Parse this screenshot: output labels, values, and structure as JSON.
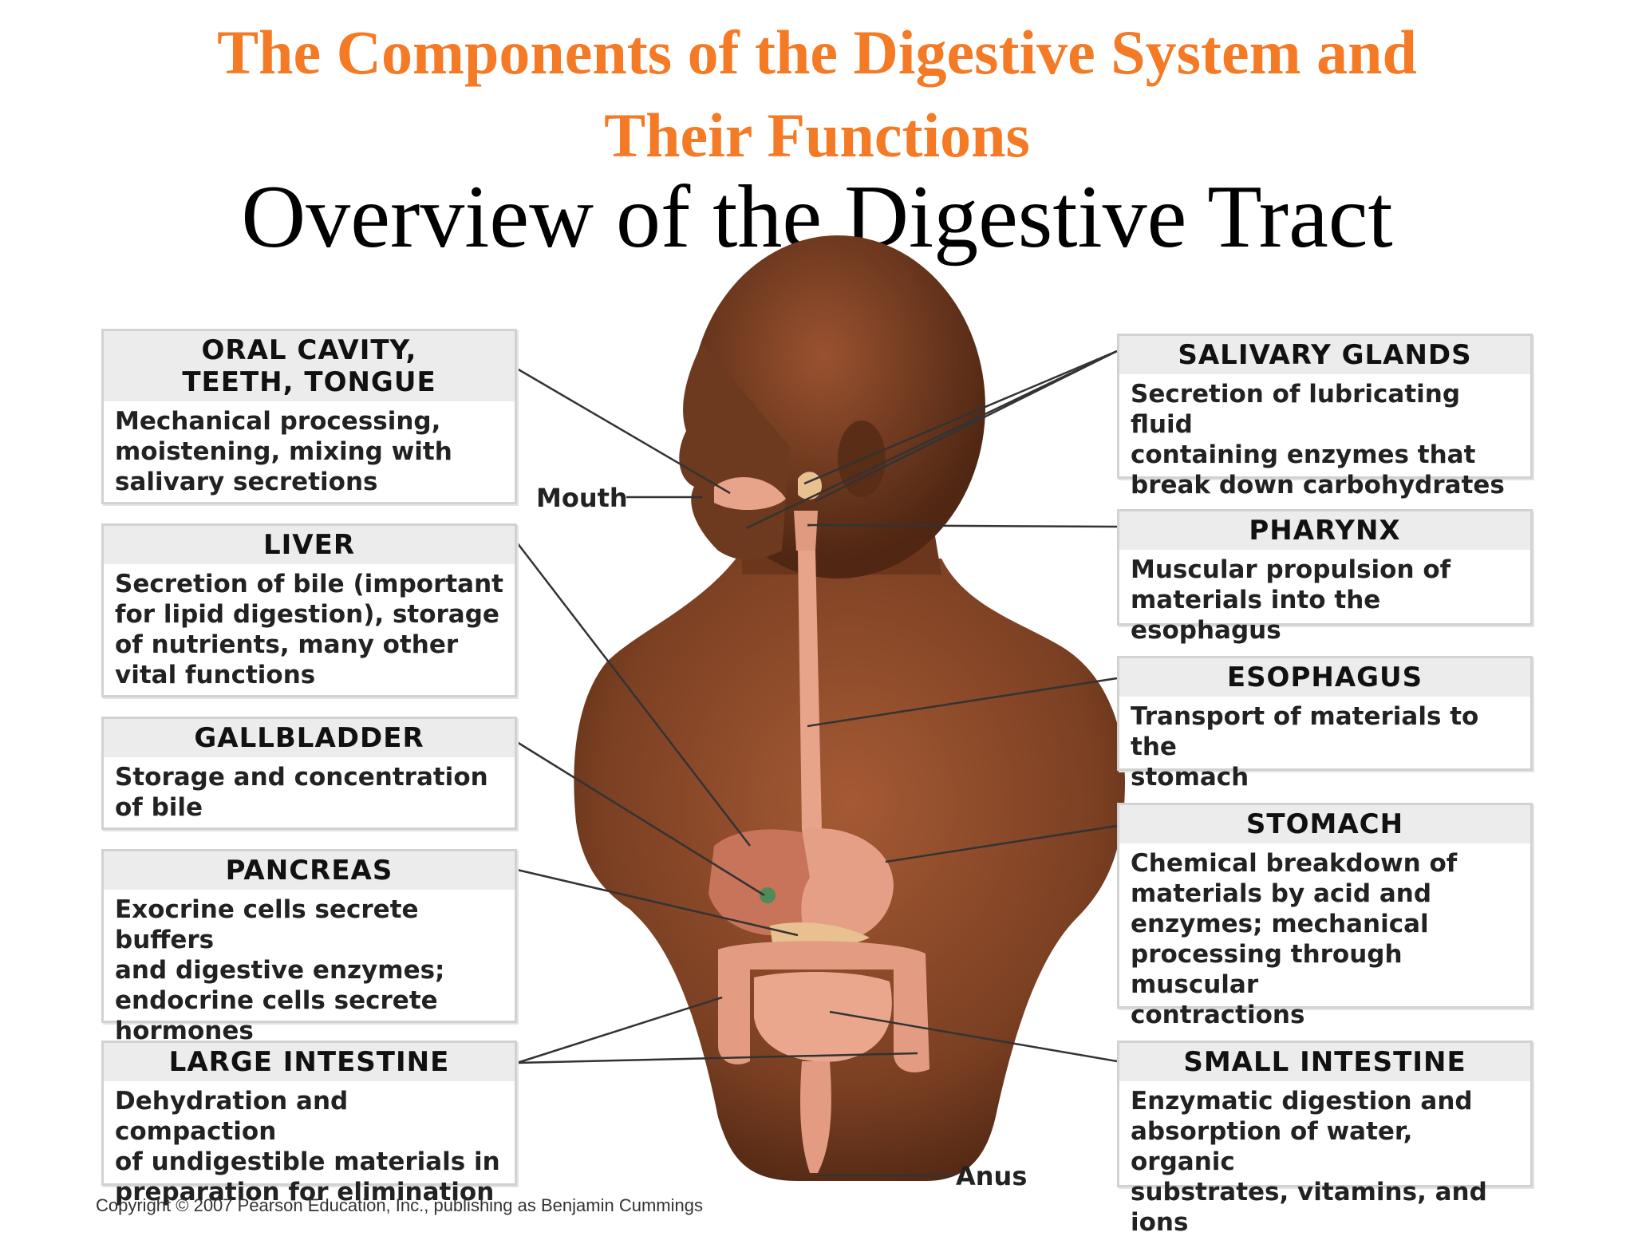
{
  "title": {
    "line1": "The Components of the Digestive System and",
    "line2": "Their Functions"
  },
  "subtitle": "Overview of the Digestive Tract",
  "colors": {
    "title": "#f47a25",
    "skin": "#8a4a2a",
    "organ": "#e8a48a",
    "box_border": "#d2d2d2",
    "box_header": "#ececec"
  },
  "labels": {
    "mouth": "Mouth",
    "anus": "Anus"
  },
  "boxes": {
    "oral_cavity": {
      "title": "ORAL CAVITY,\nTEETH, TONGUE",
      "description": "Mechanical processing,\nmoistening, mixing with\nsalivary secretions"
    },
    "liver": {
      "title": "LIVER",
      "description": "Secretion of bile (important\nfor lipid digestion), storage\nof nutrients, many other\nvital functions"
    },
    "gallbladder": {
      "title": "GALLBLADDER",
      "description": "Storage and concentration\nof bile"
    },
    "pancreas": {
      "title": "PANCREAS",
      "description": "Exocrine cells secrete buffers\nand digestive enzymes;\nendocrine cells secrete\nhormones"
    },
    "large_intestine": {
      "title": "LARGE INTESTINE",
      "description": "Dehydration and compaction\nof undigestible materials in\npreparation for elimination"
    },
    "salivary_glands": {
      "title": "SALIVARY GLANDS",
      "description": "Secretion of lubricating fluid\ncontaining enzymes that\nbreak down carbohydrates"
    },
    "pharynx": {
      "title": "PHARYNX",
      "description": "Muscular propulsion of\nmaterials into the esophagus"
    },
    "esophagus": {
      "title": "ESOPHAGUS",
      "description": "Transport of materials to the\nstomach"
    },
    "stomach": {
      "title": "STOMACH",
      "description": "Chemical breakdown of\nmaterials by acid and\nenzymes; mechanical\nprocessing through muscular\ncontractions"
    },
    "small_intestine": {
      "title": "SMALL INTESTINE",
      "description": "Enzymatic digestion and\nabsorption of water, organic\nsubstrates, vitamins, and ions"
    }
  },
  "copyright": "Copyright © 2007 Pearson Education, Inc., publishing as Benjamin Cummings"
}
